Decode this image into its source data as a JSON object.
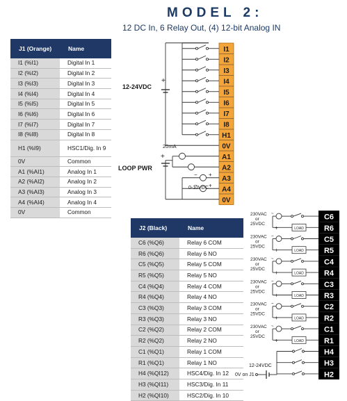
{
  "title": "MODEL 2:",
  "subtitle": "12 DC In, 6 Relay Out, (4) 12-bit Analog IN",
  "j1": {
    "header_pin": "J1 (Orange)",
    "header_name": "Name",
    "rows": [
      {
        "pin": "I1 (%I1)",
        "name": "Digital In 1"
      },
      {
        "pin": "I2 (%I2)",
        "name": "Digital In 2"
      },
      {
        "pin": "I3 (%I3)",
        "name": "Digital In 3"
      },
      {
        "pin": "I4 (%I4)",
        "name": "Digital In 4"
      },
      {
        "pin": "I5 (%I5)",
        "name": "Digital In 5"
      },
      {
        "pin": "I6 (%I6)",
        "name": "Digital In 6"
      },
      {
        "pin": "I7 (%I7)",
        "name": "Digital In 7"
      },
      {
        "pin": "I8 (%I8)",
        "name": "Digital In 8"
      },
      {
        "pin": "H1 (%I9)",
        "name": "HSC1/Dig. In 9"
      },
      {
        "pin": "0V",
        "name": "Common"
      },
      {
        "pin": "A1 (%AI1)",
        "name": "Analog In 1"
      },
      {
        "pin": "A2 (%AI2)",
        "name": "Analog In 2"
      },
      {
        "pin": "A3 (%AI3)",
        "name": "Analog In 3"
      },
      {
        "pin": "A4 (%AI4)",
        "name": "Analog In 4"
      },
      {
        "pin": "0V",
        "name": "Common"
      }
    ]
  },
  "j2": {
    "header_pin": "J2 (Black)",
    "header_name": "Name",
    "rows": [
      {
        "pin": "C6 (%Q6)",
        "name": "Relay 6 COM"
      },
      {
        "pin": "R6 (%Q6)",
        "name": "Relay 6 NO"
      },
      {
        "pin": "C5 (%Q5)",
        "name": "Relay 5 COM"
      },
      {
        "pin": "R5 (%Q5)",
        "name": "Relay 5 NO"
      },
      {
        "pin": "C4 (%Q4)",
        "name": "Relay 4 COM"
      },
      {
        "pin": "R4 (%Q4)",
        "name": "Relay 4 NO"
      },
      {
        "pin": "C3 (%Q3)",
        "name": "Relay 3 COM"
      },
      {
        "pin": "R3 (%Q3)",
        "name": "Relay 3 NO"
      },
      {
        "pin": "C2 (%Q2)",
        "name": "Relay 2 COM"
      },
      {
        "pin": "R2 (%Q2)",
        "name": "Relay 2 NO"
      },
      {
        "pin": "C1 (%Q1)",
        "name": "Relay 1 COM"
      },
      {
        "pin": "R1 (%Q1)",
        "name": "Relay 1 NO"
      },
      {
        "pin": "H4 (%QI12)",
        "name": "HSC4/Dig. In 12"
      },
      {
        "pin": "H3 (%QI11)",
        "name": "HSC3/Dig. In 11"
      },
      {
        "pin": "H2 (%QI10)",
        "name": "HSC2/Dig. In 10"
      }
    ]
  },
  "orange_terminals": [
    "I1",
    "I2",
    "I3",
    "I4",
    "I5",
    "I6",
    "I7",
    "I8",
    "H1",
    "0V",
    "A1",
    "A2",
    "A3",
    "A4",
    "0V"
  ],
  "black_terminals": [
    "C6",
    "R6",
    "C5",
    "R5",
    "C4",
    "R4",
    "C3",
    "R3",
    "C2",
    "R2",
    "C1",
    "R1",
    "H4",
    "H3",
    "H2"
  ],
  "labels": {
    "supply_12_24": "12-24VDC",
    "loop_pwr": "LOOP PWR",
    "ma_20": "20mA",
    "vdc_0_10": "0-10VDC",
    "relay_v1": "230VAC",
    "relay_v2": "or",
    "relay_v3": "25VDC",
    "load": "LOAD",
    "hsc_supply": "12-24VDC",
    "ov_on_j1": "0V on J1"
  },
  "colors": {
    "orange_block": "#f4a53a",
    "black_block": "#000000",
    "header_navy": "#1f3865",
    "title_navy": "#1d3a64"
  }
}
